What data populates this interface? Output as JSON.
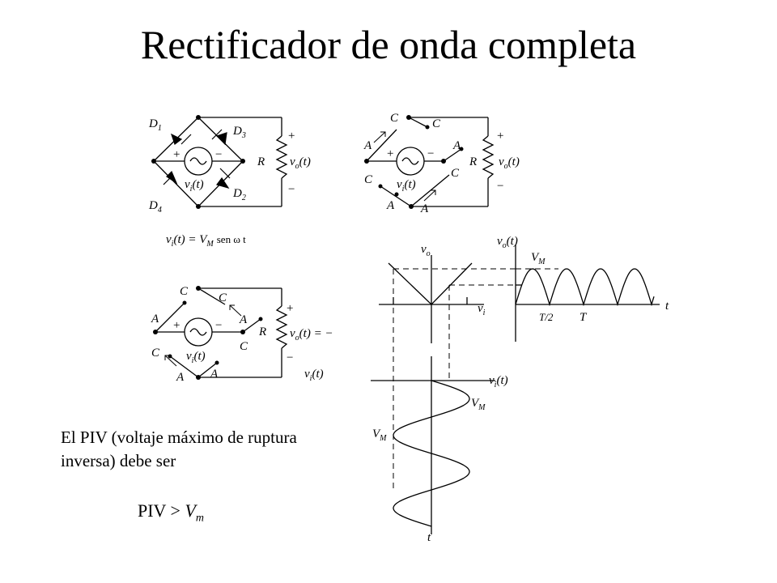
{
  "title": "Rectificador de onda completa",
  "circuit_labels": {
    "d1": "D",
    "d1_sub": "1",
    "d2": "D",
    "d2_sub": "2",
    "d3": "D",
    "d3_sub": "3",
    "d4": "D",
    "d4_sub": "4",
    "r": "R",
    "plus": "+",
    "minus": "−",
    "vo": "v",
    "vo_sub": "o",
    "vo_arg": "(t)",
    "vi": "v",
    "vi_sub": "i",
    "vi_arg": "(t)",
    "vo_neg": "(t) = −",
    "a": "A",
    "c": "C"
  },
  "source_equation": {
    "lhs": "v",
    "lhs_sub": "i",
    "mid": "(t) = V",
    "mid_sub": "M",
    "rhs": "sen ω t"
  },
  "graph_labels": {
    "vo": "v",
    "vo_sub": "o",
    "vi": "v",
    "vi_sub": "i",
    "vot": "v",
    "vot_sub": "o",
    "vot_arg": "(t)",
    "vit": "v",
    "vit_sub": "i",
    "vit_arg": "(t)",
    "vm": "V",
    "vm_sub": "M",
    "t": "t",
    "t_half": "T/2",
    "t_full": "T"
  },
  "piv": {
    "text": "El PIV (voltaje máximo de ruptura inversa) debe ser",
    "formula_lhs": "PIV > ",
    "formula_v": "V",
    "formula_sub": "m"
  }
}
